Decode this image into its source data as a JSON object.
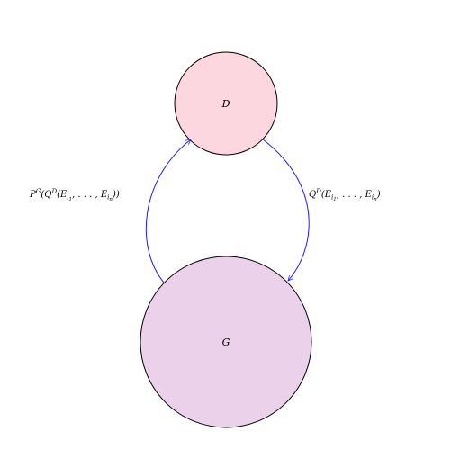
{
  "colors": {
    "node_d_fill": "#fdd7e0",
    "node_g_fill": "#ebd1ea",
    "node_stroke": "#000000",
    "edge_stroke": "#1a1aff"
  },
  "nodes": {
    "d": {
      "label": "D"
    },
    "g": {
      "label": "G"
    }
  },
  "edges": {
    "left": {
      "label_parts": {
        "p": "P",
        "p_sup": "G",
        "open1": "(",
        "q": "Q",
        "q_sup": "D",
        "open2": "(",
        "e1": "E",
        "i1": "i",
        "i1_sub": "1",
        "sep": ", . . . , ",
        "e2": "E",
        "in": "i",
        "in_sub": "n",
        "close": "))"
      }
    },
    "right": {
      "label_parts": {
        "q": "Q",
        "q_sup": "D",
        "open": "(",
        "e1": "E",
        "i1": "i",
        "i1_sub": "1",
        "sep": ", . . . , ",
        "e2": "E",
        "in": "i",
        "in_sub": "n",
        "close": ")"
      }
    }
  }
}
